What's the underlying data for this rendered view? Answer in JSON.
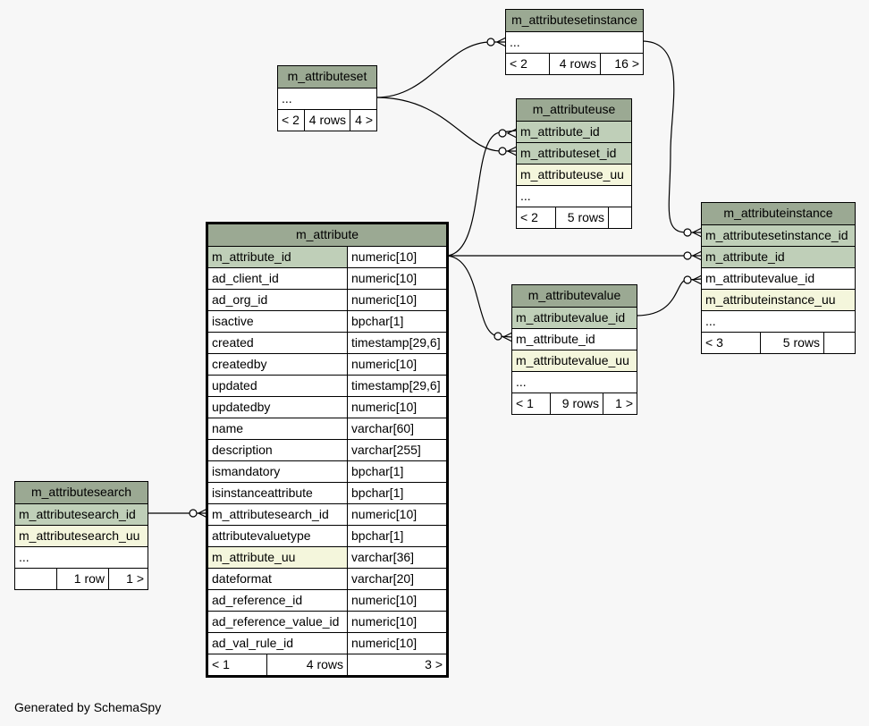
{
  "footer": "Generated by SchemaSpy",
  "tables": {
    "m_attributesetinstance": {
      "name": "m_attributesetinstance",
      "rows": [
        "..."
      ],
      "footer": {
        "left": "< 2",
        "mid": "4 rows",
        "right": "16 >"
      }
    },
    "m_attributeset": {
      "name": "m_attributeset",
      "rows": [
        "..."
      ],
      "footer": {
        "left": "< 2",
        "mid": "4 rows",
        "right": "4 >"
      }
    },
    "m_attributeuse": {
      "name": "m_attributeuse",
      "rows": [
        "m_attribute_id",
        "m_attributeset_id",
        "m_attributeuse_uu",
        "..."
      ],
      "footer": {
        "left": "< 2",
        "mid": "5 rows",
        "right": ""
      }
    },
    "m_attributeinstance": {
      "name": "m_attributeinstance",
      "rows": [
        "m_attributesetinstance_id",
        "m_attribute_id",
        "m_attributevalue_id",
        "m_attributeinstance_uu",
        "..."
      ],
      "footer": {
        "left": "< 3",
        "mid": "5 rows",
        "right": ""
      }
    },
    "m_attributevalue": {
      "name": "m_attributevalue",
      "rows": [
        "m_attributevalue_id",
        "m_attribute_id",
        "m_attributevalue_uu",
        "..."
      ],
      "footer": {
        "left": "< 1",
        "mid": "9 rows",
        "right": "1 >"
      }
    },
    "m_attributesearch": {
      "name": "m_attributesearch",
      "rows": [
        "m_attributesearch_id",
        "m_attributesearch_uu",
        "..."
      ],
      "footer": {
        "left": "",
        "mid": "1 row",
        "right": "1 >"
      }
    },
    "m_attribute": {
      "name": "m_attribute",
      "columns": [
        {
          "name": "m_attribute_id",
          "type": "numeric[10]"
        },
        {
          "name": "ad_client_id",
          "type": "numeric[10]"
        },
        {
          "name": "ad_org_id",
          "type": "numeric[10]"
        },
        {
          "name": "isactive",
          "type": "bpchar[1]"
        },
        {
          "name": "created",
          "type": "timestamp[29,6]"
        },
        {
          "name": "createdby",
          "type": "numeric[10]"
        },
        {
          "name": "updated",
          "type": "timestamp[29,6]"
        },
        {
          "name": "updatedby",
          "type": "numeric[10]"
        },
        {
          "name": "name",
          "type": "varchar[60]"
        },
        {
          "name": "description",
          "type": "varchar[255]"
        },
        {
          "name": "ismandatory",
          "type": "bpchar[1]"
        },
        {
          "name": "isinstanceattribute",
          "type": "bpchar[1]"
        },
        {
          "name": "m_attributesearch_id",
          "type": "numeric[10]"
        },
        {
          "name": "attributevaluetype",
          "type": "bpchar[1]"
        },
        {
          "name": "m_attribute_uu",
          "type": "varchar[36]"
        },
        {
          "name": "dateformat",
          "type": "varchar[20]"
        },
        {
          "name": "ad_reference_id",
          "type": "numeric[10]"
        },
        {
          "name": "ad_reference_value_id",
          "type": "numeric[10]"
        },
        {
          "name": "ad_val_rule_id",
          "type": "numeric[10]"
        }
      ],
      "footer": {
        "left": "< 1",
        "mid": "4 rows",
        "right": "3 >"
      }
    }
  }
}
